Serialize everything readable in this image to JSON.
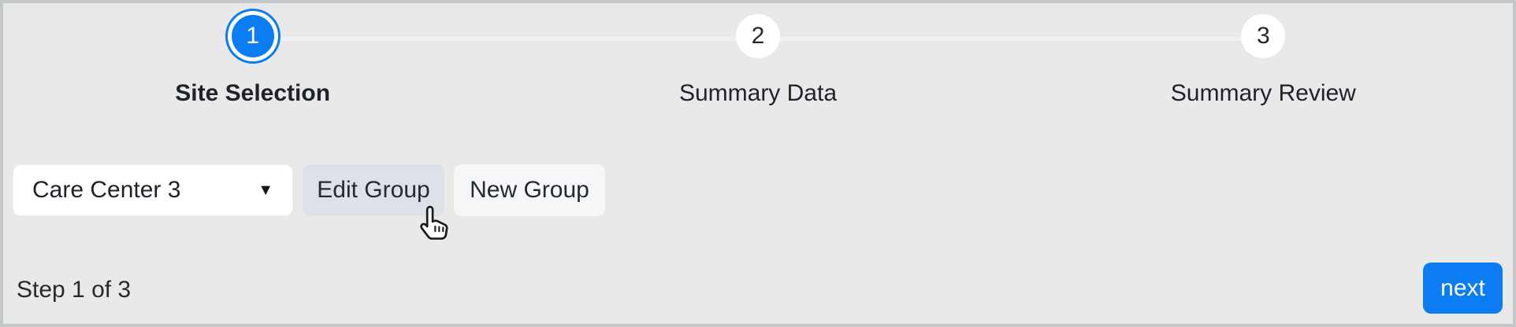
{
  "stepper": {
    "steps": [
      {
        "number": "1",
        "label": "Site Selection",
        "active": true
      },
      {
        "number": "2",
        "label": "Summary Data",
        "active": false
      },
      {
        "number": "3",
        "label": "Summary Review",
        "active": false
      }
    ]
  },
  "controls": {
    "site_dropdown": {
      "value": "Care Center 3",
      "caret_icon": "▼"
    },
    "edit_group_label": "Edit Group",
    "new_group_label": "New Group"
  },
  "footer": {
    "progress_text": "Step 1 of 3",
    "next_label": "next"
  },
  "colors": {
    "accent_blue": "#0b7cf2",
    "page_background": "#e9e9ea",
    "panel_border": "#c3c8ca",
    "edit_button_bg": "#dde2e8",
    "new_button_bg": "#f5f6f8",
    "connector_line": "#eef1f4",
    "text_dark": "#1f2329"
  }
}
